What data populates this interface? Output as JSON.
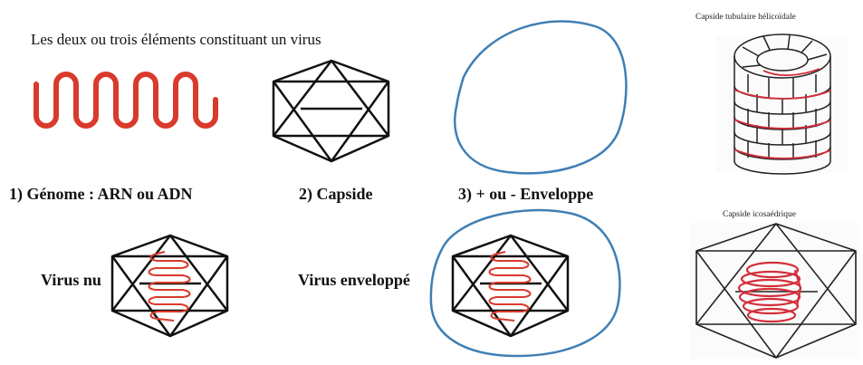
{
  "texts": {
    "title": "Les deux ou trois éléments constituant un virus",
    "genome": "1) Génome : ARN ou ADN",
    "capside": "2) Capside",
    "enveloppe": "3) + ou - Enveloppe",
    "virus_nu": "Virus nu",
    "virus_enveloppe": "Virus enveloppé",
    "capside_helicoidale": "Capside tubulaire hélicoïdale",
    "capside_icosaedrique": "Capside icosaédrique"
  },
  "colors": {
    "genome": "#d93a2b",
    "envelope": "#3f7fb5",
    "lines": "#111111",
    "capsid_bands": "#d32f3a"
  }
}
